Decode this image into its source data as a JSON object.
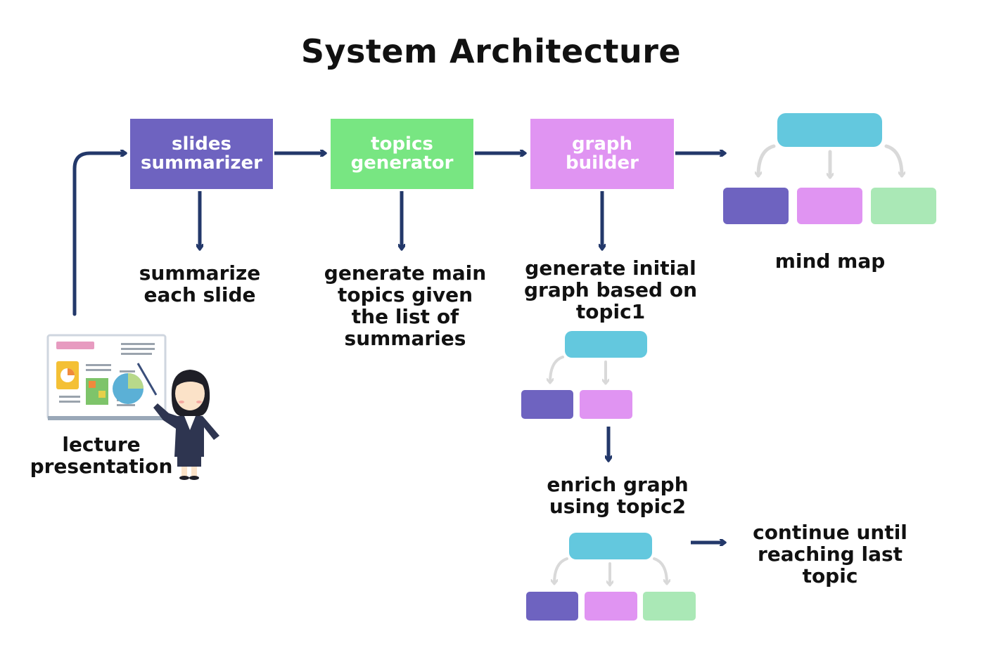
{
  "title": "System Architecture",
  "colors": {
    "arrow": "#23386a",
    "light_arrow": "#d9d9d9",
    "summarizer": "#6e63c0",
    "generator": "#78e682",
    "builder": "#e094f2",
    "node_top": "#63c8de",
    "node_purple": "#6e63c0",
    "node_pink": "#e094f2",
    "node_green": "#aae8b6"
  },
  "boxes": {
    "summarizer": "slides\nsummarizer",
    "generator": "topics\ngenerator",
    "builder": "graph\nbuilder"
  },
  "labels": {
    "summarize": "summarize\neach slide",
    "generate_topics": "generate main\ntopics given\nthe list of\nsummaries",
    "initial_graph": "generate initial\ngraph based on\ntopic1",
    "mind_map": "mind map",
    "enrich": "enrich graph\nusing topic2",
    "continue": "continue until\nreaching last\ntopic",
    "lecture": "lecture\npresentation"
  }
}
